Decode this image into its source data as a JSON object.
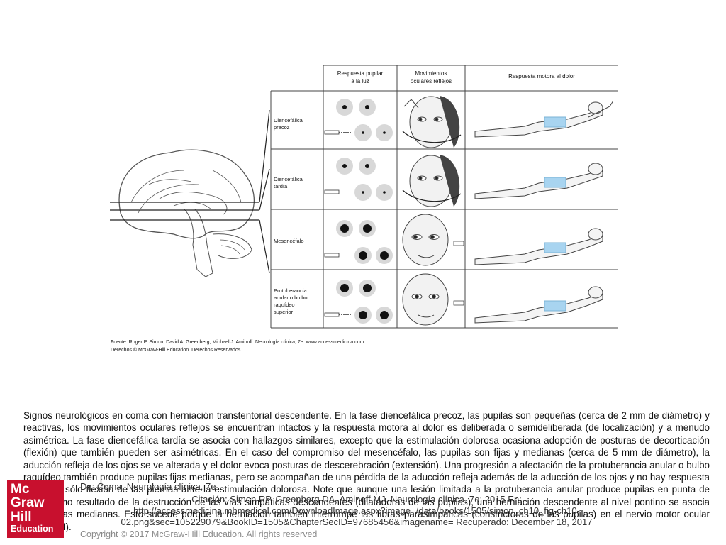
{
  "figure": {
    "col_headers": {
      "pupil": [
        "Respuesta pupilar",
        "a la luz"
      ],
      "eye": [
        "Movimientos",
        "oculares reflejos"
      ],
      "motor": [
        "Respuesta motora al dolor"
      ]
    },
    "rows": [
      {
        "label": [
          "Diencefálica",
          "precoz"
        ]
      },
      {
        "label": [
          "Diencefálica",
          "tardía"
        ]
      },
      {
        "label": [
          "Mesencéfalo"
        ]
      },
      {
        "label": [
          "Protuberancia",
          "anular o bulbo",
          "raquídeo",
          "superior"
        ]
      }
    ],
    "source": "Fuente: Roger P. Simon, David A. Greenberg, Michael J. Aminoff: Neurología clínica, 7e: www.accessmedicina.com",
    "rights": "Derechos © McGraw-Hill Education. Derechos Reservados"
  },
  "caption": "Signos neurológicos en coma con herniación transtentorial descendente. En la fase diencefálica precoz, las pupilas son pequeñas (cerca de 2 mm de diámetro) y reactivas, los movimientos oculares reflejos se encuentran intactos y la respuesta motora al dolor es deliberada o semideliberada (de localización) y a menudo asimétrica. La fase diencefálica tardía se asocia con hallazgos similares, excepto que la estimulación dolorosa ocasiona adopción de posturas de decorticación (flexión) que también pueden ser asimétricas. En el caso del compromiso del mesencéfalo, las pupilas son fijas y medianas (cerca de 5 mm de diámetro), la aducción refleja de los ojos se ve alterada y el dolor evoca posturas de descerebración (extensión). Una progresión a afectación de la protuberancia anular o bulbo raquídeo también produce pupilas fijas medianas, pero se acompañan de una pérdida de la aducción refleja además de la aducción de los ojos y no hay respuesta motora o sólo flexión de las piernas ante la estimulación dolorosa. Note que aunque una lesión limitada a la protuberancia anular produce pupilas en punta de alfiler como resultado de la destrucción de las vías simpáticas descendentes (dilatadoras de las pupilas), una herniación descendente al nivel pontino se asocia con pupilas medianas. Esto sucede porque la herniación también interrumpe las fibras parasimpáticas (constrictoras de las pupilas) en el nervio motor ocular común (III).",
  "footer": {
    "logo_lines": [
      "Mc",
      "Graw",
      "Hill",
      "Education"
    ],
    "from": "De: Coma, Neurología clínica, 7e",
    "citation": "Citación: Simon RP, Greenberg DA, Aminoff MJ. Neurología clínica, 7e; 2015 En: http://accessmedicina.mhmedical.com/DownloadImage.aspx?image=/data/books/1505/simon_ch10_fig-ch10-02.png&sec=105229079&BookID=1505&ChapterSecID=97685456&imagename= Recuperado: December 18, 2017",
    "copyright": "Copyright © 2017 McGraw-Hill Education. All rights reserved"
  },
  "colors": {
    "figure_lines": "#444444",
    "pupil_fill": "#111111",
    "brand_red": "#c8102e"
  }
}
